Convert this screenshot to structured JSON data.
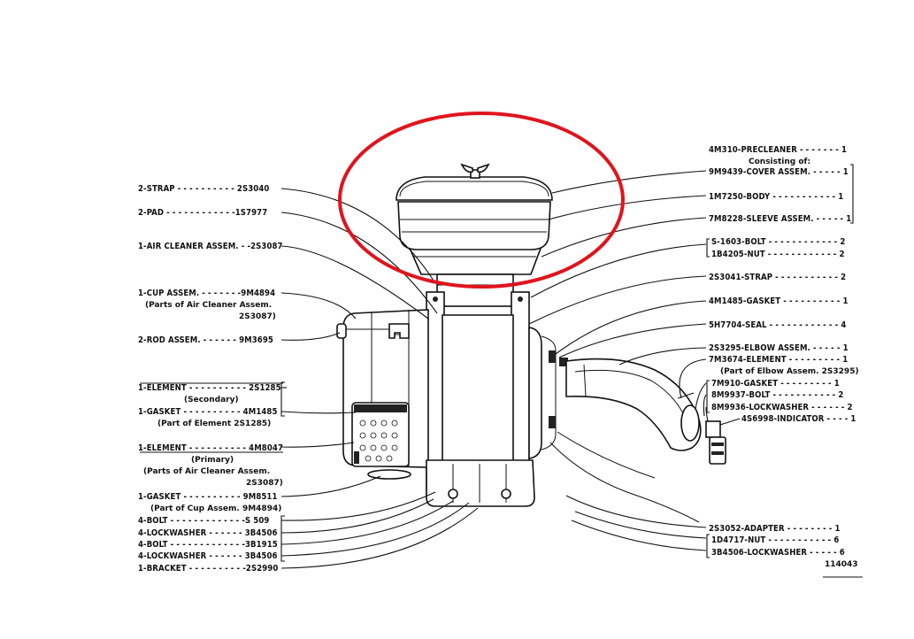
{
  "figure_number": "114043",
  "highlight_color": "#e0141e",
  "labels_left": [
    {
      "id": "strap",
      "text": "2-STRAP - - - - - - - - - - 2S3040"
    },
    {
      "id": "pad",
      "text": "2-PAD - - - - - - - - - - - -1S7977"
    },
    {
      "id": "air-cleaner",
      "text": "1-AIR CLEANER ASSEM. - -2S3087"
    },
    {
      "id": "cup-assem",
      "text": "1-CUP ASSEM. - - - - - - -9M4894"
    },
    {
      "id": "cup-note-1",
      "text": "(Parts of Air Cleaner Assem."
    },
    {
      "id": "cup-note-2",
      "text": "2S3087)"
    },
    {
      "id": "rod-assem",
      "text": "2-ROD ASSEM. - - - - - - 9M3695"
    },
    {
      "id": "element-sec",
      "text": "1-ELEMENT - - - - - - - - - - 2S1285"
    },
    {
      "id": "element-sec-note",
      "text": "(Secondary)"
    },
    {
      "id": "gasket-1",
      "text": "1-GASKET - - - - - - - - - - 4M1485"
    },
    {
      "id": "gasket-1-note",
      "text": "(Part of Element 2S1285)"
    },
    {
      "id": "element-pri",
      "text": "1-ELEMENT - - - - - - - - - - 4M8047"
    },
    {
      "id": "element-pri-note-1",
      "text": "(Primary)"
    },
    {
      "id": "element-pri-note-2",
      "text": "(Parts of Air Cleaner Assem."
    },
    {
      "id": "element-pri-note-3",
      "text": "2S3087)"
    },
    {
      "id": "gasket-2",
      "text": "1-GASKET - - - - - - - - - - 9M8511"
    },
    {
      "id": "gasket-2-note",
      "text": "(Part of Cup Assem. 9M4894)"
    },
    {
      "id": "bolt-1",
      "text": "4-BOLT - - - - - - - - - - - - -S 509"
    },
    {
      "id": "lockwasher-1",
      "text": "4-LOCKWASHER - - - - - - 3B4506"
    },
    {
      "id": "bolt-2",
      "text": "4-BOLT - - - - - - - - - - - - -3B1915"
    },
    {
      "id": "lockwasher-2",
      "text": "4-LOCKWASHER - - - - - - 3B4506"
    },
    {
      "id": "bracket",
      "text": "1-BRACKET - - - - - - - - - -2S2990"
    }
  ],
  "labels_right": [
    {
      "id": "precleaner",
      "text": "4M310-PRECLEANER - - - - - - - 1"
    },
    {
      "id": "consisting",
      "text": "Consisting of:"
    },
    {
      "id": "cover-assem",
      "text": "9M9439-COVER ASSEM. - - - - - 1"
    },
    {
      "id": "body",
      "text": "1M7250-BODY - - - - - - - - - - - 1"
    },
    {
      "id": "sleeve-assem",
      "text": "7M8228-SLEEVE ASSEM. - - - - - 1"
    },
    {
      "id": "bolt-r",
      "text": "S-1603-BOLT - - - - - - - - - - - - 2"
    },
    {
      "id": "nut-r",
      "text": "1B4205-NUT - - - - - - - - - - - - 2"
    },
    {
      "id": "strap-r",
      "text": "2S3041-STRAP - - - - - - - - - - - 2"
    },
    {
      "id": "gasket-r",
      "text": "4M1485-GASKET - - - - - - - - - - 1"
    },
    {
      "id": "seal-r",
      "text": "5H7704-SEAL - - - - - - - - - - - - 4"
    },
    {
      "id": "elbow-assem",
      "text": "2S3295-ELBOW ASSEM. - - - - - 1"
    },
    {
      "id": "element-r",
      "text": "7M3674-ELEMENT - - - - - - - - - 1"
    },
    {
      "id": "element-r-note",
      "text": "(Part of Elbow Assem. 2S3295)"
    },
    {
      "id": "gasket-r2",
      "text": "7M910-GASKET - - - - - - - - - 1"
    },
    {
      "id": "bolt-r2",
      "text": "8M9937-BOLT - - - - - - - - - - - 2"
    },
    {
      "id": "lockwasher-r",
      "text": "8M9936-LOCKWASHER - - - - - - 2"
    },
    {
      "id": "indicator",
      "text": "4S6998-INDICATOR - - - - 1"
    },
    {
      "id": "adapter",
      "text": "2S3052-ADAPTER - - - - - - - - 1"
    },
    {
      "id": "nut-r2",
      "text": "1D4717-NUT - - - - - - - - - - - 6"
    },
    {
      "id": "lockwasher-r2",
      "text": "3B4506-LOCKWASHER - - - - - 6"
    }
  ]
}
